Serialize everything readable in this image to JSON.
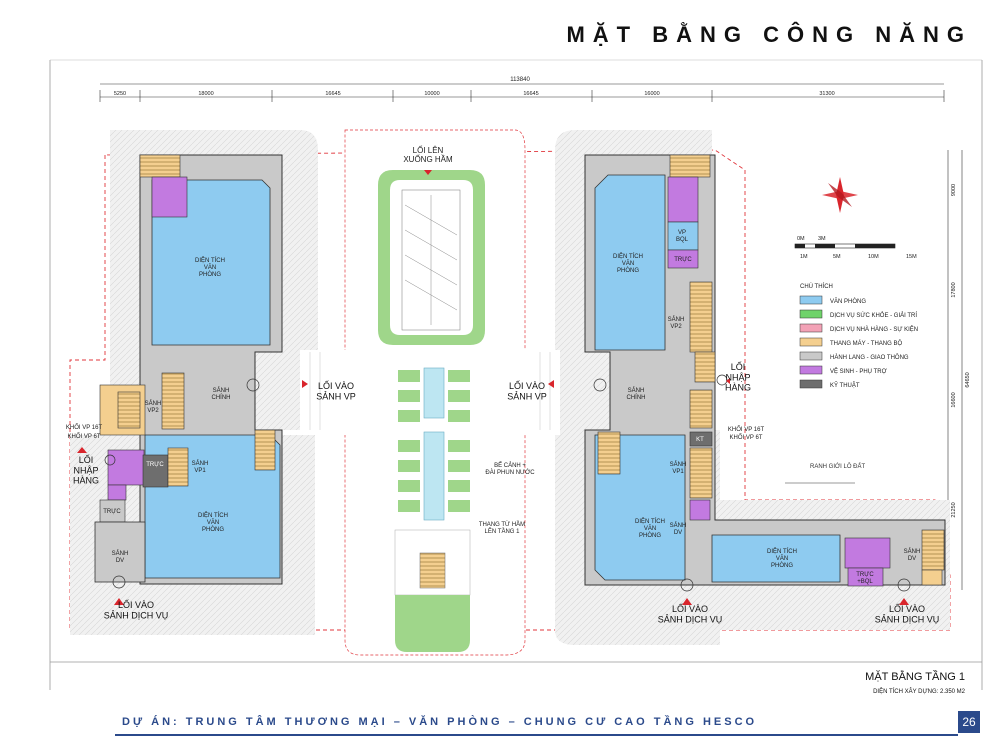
{
  "page_title": "MẶT BẰNG CÔNG NĂNG",
  "footer_project": "DỰ ÁN: TRUNG TÂM THƯƠNG MẠI – VĂN PHÒNG – CHUNG CƯ CAO TẦNG HESCO",
  "page_number": "26",
  "dimensions": {
    "total": "113840",
    "segments": [
      "5250",
      "18000",
      "16645",
      "10000",
      "16645",
      "16000",
      "31300"
    ],
    "right": [
      "9000",
      "17800",
      "16600",
      "21250"
    ],
    "right_total": "64650"
  },
  "scale": {
    "labels": [
      "0M",
      "3M",
      "1M",
      "5M",
      "10M",
      "15M"
    ]
  },
  "legend": {
    "title": "CHÚ THÍCH",
    "items": [
      {
        "label": "VĂN PHÒNG",
        "color": "#8ecbf0"
      },
      {
        "label": "DỊCH VỤ SỨC KHỎE - GIẢI TRÍ",
        "color": "#6fd36a"
      },
      {
        "label": "DỊCH VỤ NHÀ HÀNG - SỰ KIỆN",
        "color": "#f3a2b6"
      },
      {
        "label": "THANG MÁY - THANG BỘ",
        "color": "#f4cf8f"
      },
      {
        "label": "HÀNH LANG - GIAO THÔNG",
        "color": "#c9c9c9"
      },
      {
        "label": "VỆ SINH - PHỤ TRỢ",
        "color": "#c27ae0"
      },
      {
        "label": "KỸ THUẬT",
        "color": "#6e6e6e"
      }
    ]
  },
  "labels": {
    "ramp": "LỐI LÊN\nXUỐNG HẦM",
    "office_area": "DIỆN TÍCH\nVĂN\nPHÒNG",
    "main_lobby": "SẢNH\nCHÍNH",
    "lobby_vp2": "SẢNH\nVP2",
    "lobby_vp1": "SẢNH\nVP1",
    "lobby_dv": "SẢNH\nDV",
    "duty": "TRỰC",
    "duty_bql": "TRỰC\n+BQL",
    "vp_bql": "VP\nBQL",
    "kt": "KT",
    "office_entry": "LỐI VÀO\nSẢNH VP",
    "service_entry": "LỐI VÀO\nSẢNH DỊCH VỤ",
    "goods_entry": "LỐI\nNHẬP\nHÀNG",
    "block16": "KHỐI VP 16T",
    "block6": "KHỐI VP 6T",
    "fountain": "BỂ CẢNH +\nĐÀI PHUN NƯỚC",
    "stair_basement": "THANG TỪ HẦM\nLÊN TẦNG 1",
    "boundary": "RANH GIỚI LÔ ĐẤT"
  },
  "plan_title": "MẶT BẰNG TẦNG 1",
  "plan_area": "DIỆN TÍCH XÂY DỰNG:  2.350 M2"
}
